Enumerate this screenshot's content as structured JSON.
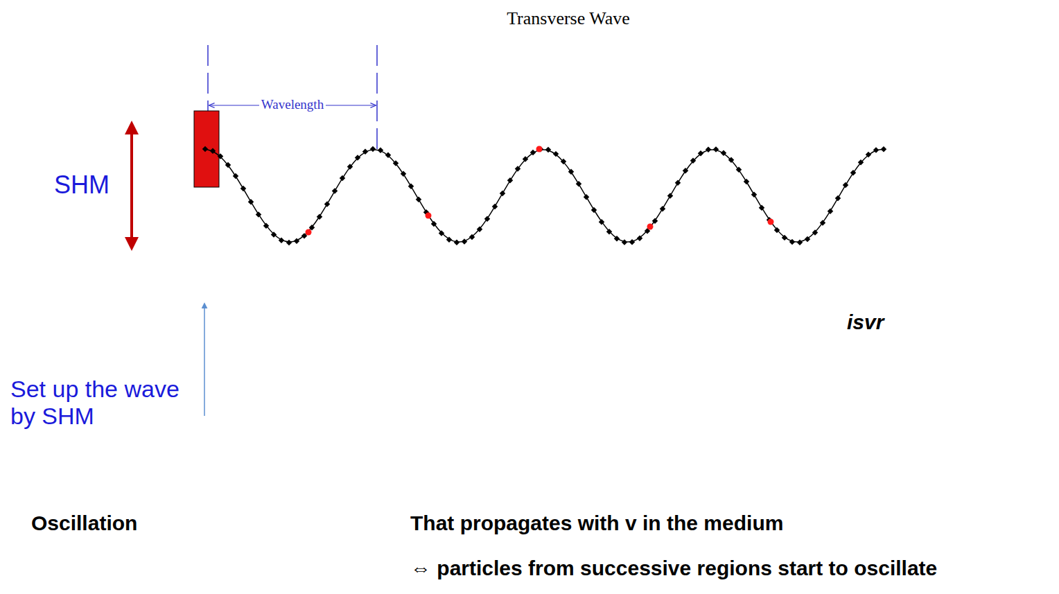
{
  "diagram": {
    "title": "Transverse Wave",
    "labels": [
      "Wavelength",
      "SHM",
      "isvr",
      "Set up the wave by SHM",
      "Oscillation",
      "That propagates with v in the medium",
      "⇔ particles from successive regions start to oscillate"
    ]
  }
}
